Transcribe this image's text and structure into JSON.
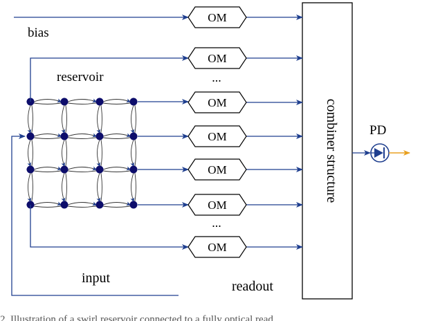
{
  "labels": {
    "bias": "bias",
    "reservoir": "reservoir",
    "input": "input",
    "readout": "readout",
    "combiner": "combiner structure",
    "pd": "PD",
    "ellipsis": "...",
    "om": "OM",
    "caption": "2.    Illustration of a swirl reservoir connected to a fully optical read"
  },
  "colors": {
    "line": "#1f3f8f",
    "node": "#0d0d6b",
    "arrow_out": "#e8a020",
    "box": "#000000"
  }
}
